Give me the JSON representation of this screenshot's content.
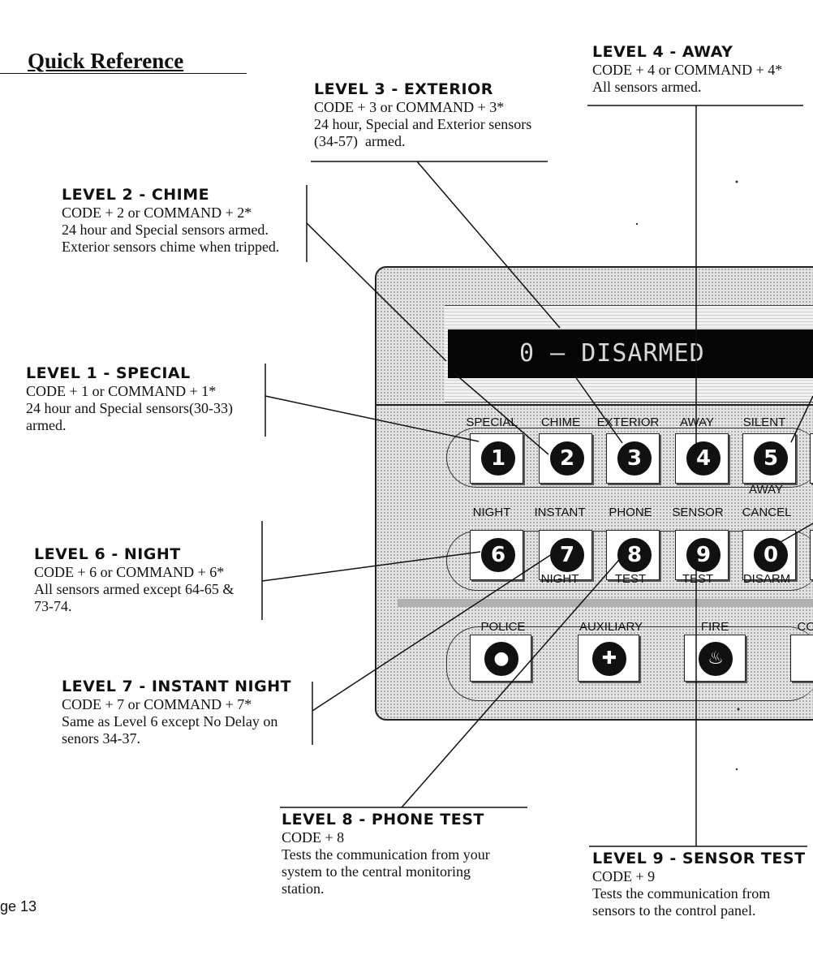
{
  "page": {
    "title": "Quick Reference",
    "page_number": "ge 13"
  },
  "levels": {
    "level1": {
      "heading": "LEVEL 1 - SPECIAL",
      "lines": [
        "CODE + 1 or COMMAND + 1*",
        "24 hour and Special sensors(30-33)",
        "armed."
      ]
    },
    "level2": {
      "heading": "LEVEL 2 - CHIME",
      "lines": [
        "CODE + 2 or COMMAND + 2*",
        "24 hour and Special sensors armed.",
        "Exterior sensors chime when tripped."
      ]
    },
    "level3": {
      "heading": "LEVEL 3 - EXTERIOR",
      "lines": [
        "CODE + 3 or COMMAND + 3*",
        "24 hour, Special and Exterior sensors",
        "(34-57)  armed."
      ]
    },
    "level4": {
      "heading": "LEVEL 4 - AWAY",
      "lines": [
        "CODE + 4 or COMMAND + 4*",
        "All sensors armed."
      ]
    },
    "level6": {
      "heading": "LEVEL 6 - NIGHT",
      "lines": [
        "CODE + 6 or COMMAND + 6*",
        "All sensors armed except 64-65 &",
        "73-74."
      ]
    },
    "level7": {
      "heading": "LEVEL 7 - INSTANT NIGHT",
      "lines": [
        "CODE + 7 or COMMAND + 7*",
        "Same as Level 6 except No Delay on",
        "senors 34-37."
      ]
    },
    "level8": {
      "heading": "LEVEL 8 - PHONE TEST",
      "lines": [
        "CODE + 8",
        "Tests the communication from your",
        "system to the central monitoring",
        "station."
      ]
    },
    "level9": {
      "heading": "LEVEL 9 - SENSOR TEST",
      "lines": [
        "CODE + 9",
        "Tests the communication from",
        "sensors to the control panel."
      ]
    }
  },
  "keypad": {
    "display_text": "0 — DISARMED",
    "row1_labels": [
      "SPECIAL",
      "CHIME",
      "EXTERIOR",
      "AWAY",
      "SILENT"
    ],
    "row1_keys": [
      "1",
      "2",
      "3",
      "4",
      "5"
    ],
    "row1_sublabel": "AWAY",
    "row2_labels": [
      "NIGHT",
      "INSTANT",
      "PHONE",
      "SENSOR",
      "CANCEL"
    ],
    "row2_keys": [
      "6",
      "7",
      "8",
      "9",
      "0"
    ],
    "row2_sublabels": [
      "NIGHT",
      "TEST",
      "TEST",
      "DISARM"
    ],
    "row3_labels": [
      "POLICE",
      "AUXILIARY",
      "FIRE",
      "COM"
    ],
    "row3_icons": [
      "police-badge-icon",
      "auxiliary-cross-icon",
      "fire-flame-icon"
    ]
  }
}
